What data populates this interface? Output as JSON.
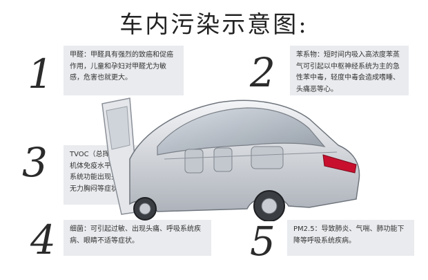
{
  "title": "车内污染示意图:",
  "items": [
    {
      "number": "1",
      "text": "甲醛：甲醛具有强烈的致癌和促癌作用，儿童和孕妇对甲醛尤为敏感，危害也就更大。"
    },
    {
      "number": "2",
      "text": "苯系物：短时间内吸入高浓度苯蒸气可引起以中枢神经系统为主的急性苯中毒，轻度中毒会造成嗜睡、头痛恶等心。"
    },
    {
      "number": "3",
      "text": "TVOC（总挥发性有机物）：能引起机体免疫水平失调，影响中枢神经系统功能出现头晕、头痛、嗜睡、无力胸闷等症状。"
    },
    {
      "number": "4",
      "text": "细菌：可引起过敏、出现头痛、呼吸系统疾病、眼睛不适等症状。"
    },
    {
      "number": "5",
      "text": "PM2.5：导致肺炎、气喘、肺功能下降等呼吸系统疾病。"
    }
  ],
  "colors": {
    "box_bg": "#e9ebee",
    "car_red": "#c8102e"
  }
}
